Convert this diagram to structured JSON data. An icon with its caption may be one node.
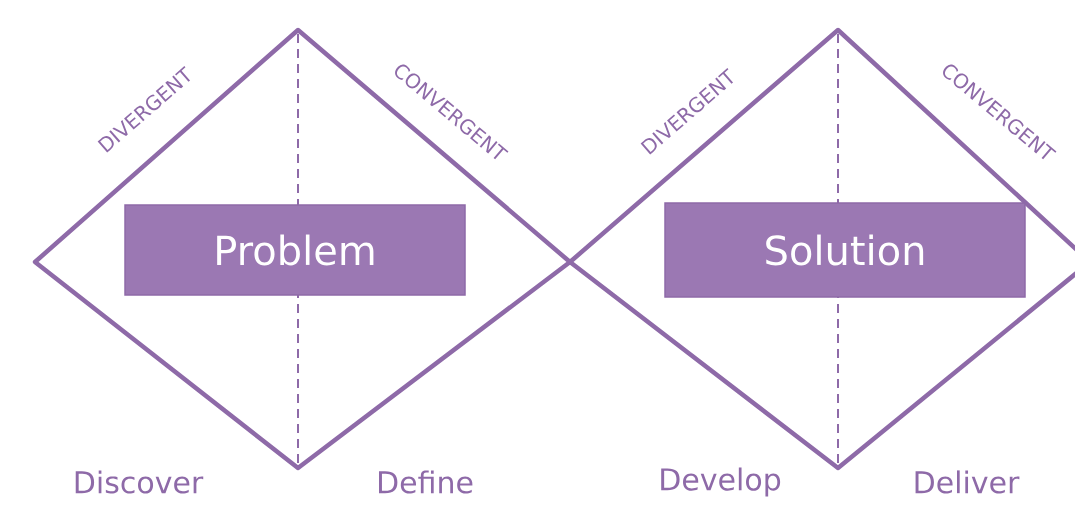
{
  "diagram": {
    "nodes": [
      {
        "text": [
          "Problem"
        ]
      },
      {
        "text": [
          "Solution"
        ]
      }
    ],
    "edges": [],
    "labels": [
      "DIVERGENT",
      "CONVERGENT",
      "DIVERGENT",
      "CONVERGENT",
      "Discover",
      "Define",
      "Develop",
      "Deliver"
    ]
  }
}
